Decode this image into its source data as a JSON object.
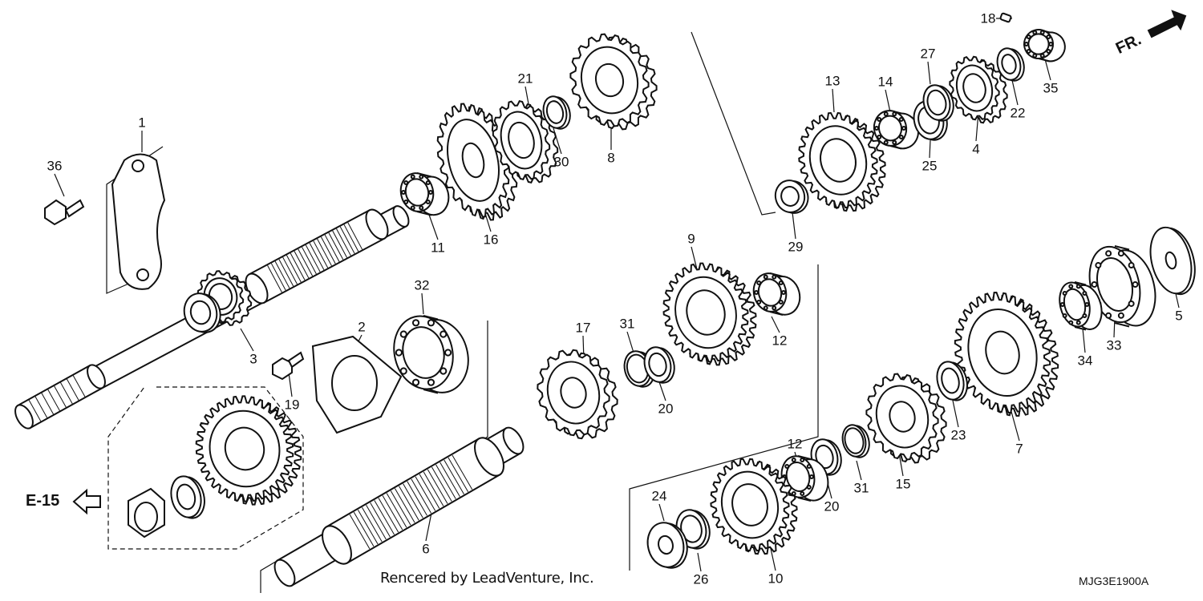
{
  "diagram": {
    "callouts": [
      {
        "id": "1",
        "label": "1"
      },
      {
        "id": "2",
        "label": "2"
      },
      {
        "id": "3",
        "label": "3"
      },
      {
        "id": "4",
        "label": "4"
      },
      {
        "id": "5",
        "label": "5"
      },
      {
        "id": "6",
        "label": "6"
      },
      {
        "id": "7",
        "label": "7"
      },
      {
        "id": "8",
        "label": "8"
      },
      {
        "id": "9",
        "label": "9"
      },
      {
        "id": "10",
        "label": "10"
      },
      {
        "id": "11",
        "label": "11"
      },
      {
        "id": "12a",
        "label": "12"
      },
      {
        "id": "12b",
        "label": "12"
      },
      {
        "id": "13",
        "label": "13"
      },
      {
        "id": "14",
        "label": "14"
      },
      {
        "id": "15",
        "label": "15"
      },
      {
        "id": "16",
        "label": "16"
      },
      {
        "id": "17",
        "label": "17"
      },
      {
        "id": "18",
        "label": "18"
      },
      {
        "id": "19",
        "label": "19"
      },
      {
        "id": "20a",
        "label": "20"
      },
      {
        "id": "20b",
        "label": "20"
      },
      {
        "id": "21",
        "label": "21"
      },
      {
        "id": "22",
        "label": "22"
      },
      {
        "id": "23",
        "label": "23"
      },
      {
        "id": "24",
        "label": "24"
      },
      {
        "id": "25",
        "label": "25"
      },
      {
        "id": "26",
        "label": "26"
      },
      {
        "id": "27",
        "label": "27"
      },
      {
        "id": "29",
        "label": "29"
      },
      {
        "id": "30",
        "label": "30"
      },
      {
        "id": "31a",
        "label": "31"
      },
      {
        "id": "31b",
        "label": "31"
      },
      {
        "id": "32",
        "label": "32"
      },
      {
        "id": "33",
        "label": "33"
      },
      {
        "id": "34",
        "label": "34"
      },
      {
        "id": "35",
        "label": "35"
      },
      {
        "id": "36",
        "label": "36"
      }
    ],
    "direction_label": "FR.",
    "reference_label": "E-15",
    "credit": "Rencered by LeadVenture, Inc.",
    "diagram_code": "MJG3E1900A"
  }
}
